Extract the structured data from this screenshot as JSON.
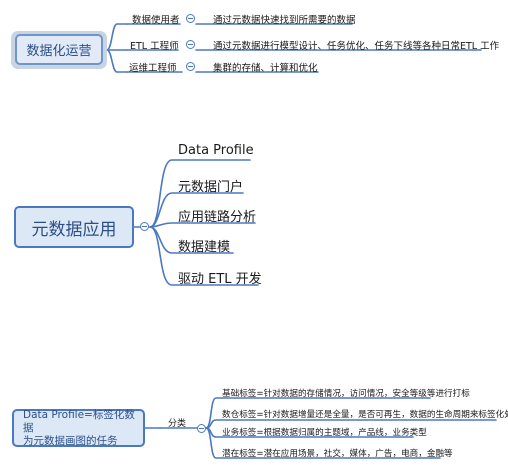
{
  "map1": {
    "root": "数据化运营",
    "rows": [
      {
        "role": "数据使用者",
        "desc": "通过元数据快速找到所需要的数据"
      },
      {
        "role": "ETL 工程师",
        "desc": "通过元数据进行模型设计、任务优化、任务下线等各种日常ETL 工作"
      },
      {
        "role": "运维工程师",
        "desc": "集群的存储、计算和优化"
      }
    ]
  },
  "map2": {
    "root": "元数据应用",
    "items": [
      "Data Profile",
      "元数据门户",
      "应用链路分析",
      "数据建模",
      "驱动 ETL 开发"
    ]
  },
  "map3": {
    "root_line1": "Data Profile=标签化数据",
    "root_line2": "为元数据画图的任务",
    "branch": "分类",
    "items": [
      "基础标签=针对数据的存储情况，访问情况，安全等级等进行打标",
      "数仓标签=针对数据增量还是全量，是否可再生，数据的生命周期来标签化处理",
      "业务标签=根据数据归属的主题域，产品线，业务类型",
      "潜在标签=潜在应用场景，社交，媒体，广告，电商，金融等"
    ]
  },
  "colors": {
    "line": "#4a78c2",
    "node_fill": "#dde8f7",
    "node_text": "#2b4f86"
  }
}
